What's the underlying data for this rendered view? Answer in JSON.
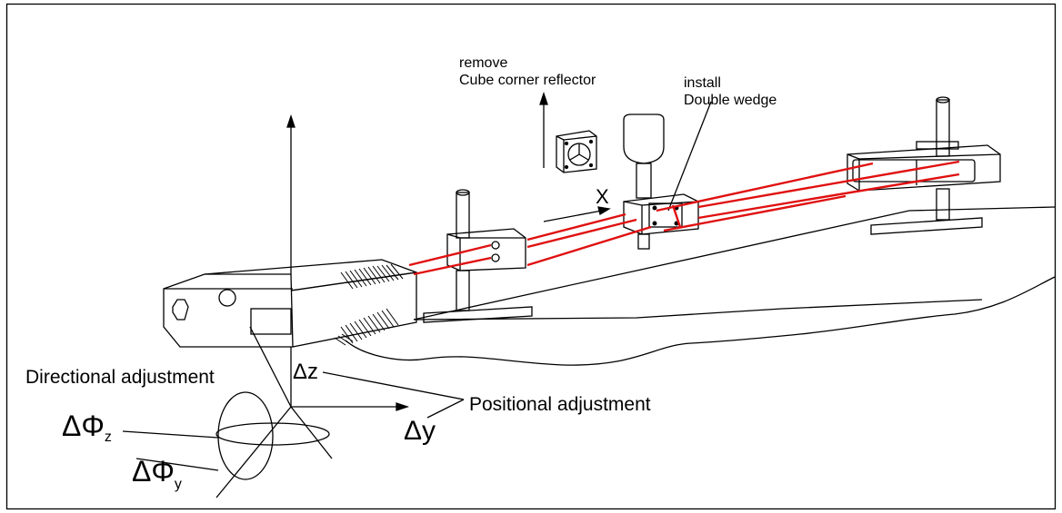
{
  "labels": {
    "remove_line1": "remove",
    "remove_line2": "Cube corner reflector",
    "install_line1": "install",
    "install_line2": "Double wedge",
    "axis_x": "X",
    "directional": "Directional adjustment",
    "positional": "Positional adjustment",
    "delta_z": "Δz",
    "delta_y": "Δy",
    "delta_phi": "ΔΦ",
    "sub_z": "z",
    "sub_y": "y"
  },
  "colors": {
    "beam": "#e01010",
    "line": "#000000",
    "background": "#ffffff"
  }
}
